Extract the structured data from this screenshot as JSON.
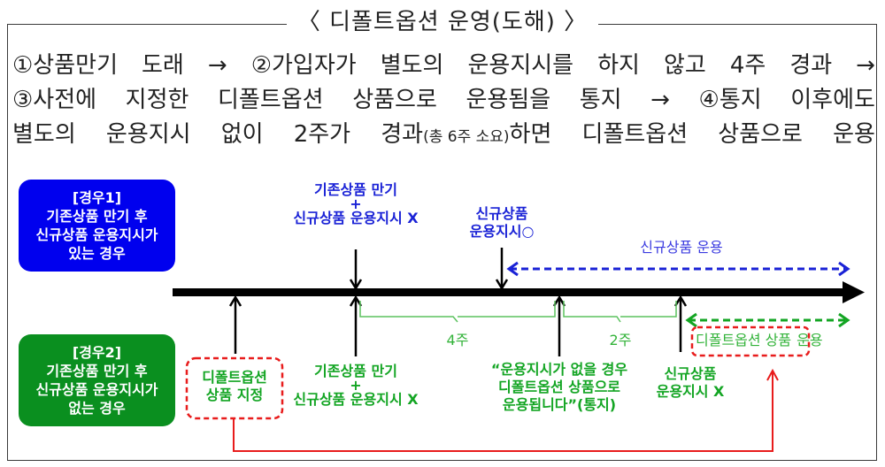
{
  "title": "〈  디폴트옵션 운영(도해)  〉",
  "steps": {
    "line1": [
      "①상품만기",
      "도래",
      "→",
      "②가입자가",
      "별도의",
      "운용지시를",
      "하지",
      "않고",
      "4주",
      "경과",
      "→"
    ],
    "line2": [
      "③사전에",
      "지정한",
      "디폴트옵션",
      "상품으로",
      "운용됨을",
      "통지",
      "→",
      "④통지",
      "이후에도"
    ],
    "line3_a": [
      "별도의",
      "운용지시",
      "없이",
      "2주가",
      "경과"
    ],
    "line3_small": "(총 6주 소요)",
    "line3_b": [
      "하면",
      "디폴트옵션",
      "상품으로",
      "운용"
    ]
  },
  "case1": {
    "lines": [
      "[경우1]",
      "기존상품 만기 후",
      "신규상품 운용지시가",
      "있는 경우"
    ],
    "color": "#0000ee"
  },
  "case2": {
    "lines": [
      "[경우2]",
      "기존상품 만기 후",
      "신규상품 운용지시가",
      "없는 경우"
    ],
    "color": "#0a8f1f"
  },
  "case1_labels": {
    "maturity": [
      "기존상품 만기",
      "+",
      "신규상품 운용지시 X"
    ],
    "new_instruction": [
      "신규상품",
      "운용지시○"
    ],
    "new_operation": "신규상품 운용"
  },
  "case2_labels": {
    "default_designation": [
      "디폴트옵션",
      "상품 지정"
    ],
    "maturity": [
      "기존상품 만기",
      "+",
      "신규상품 운용지시 X"
    ],
    "notice": [
      "“운용지시가 없을 경우",
      "디폴트옵션 상품으로",
      "운용됩니다”(통지)"
    ],
    "no_instruction": [
      "신규상품",
      "운용지시 X"
    ],
    "period_4w": "4주",
    "period_2w": "2주",
    "default_operation_boxed": "디폴트옵션 상품",
    "default_operation_suffix": "운용"
  },
  "colors": {
    "blue": "#1a22d6",
    "green": "#13a523",
    "red": "#e81c1c",
    "timeline": "#000000"
  }
}
